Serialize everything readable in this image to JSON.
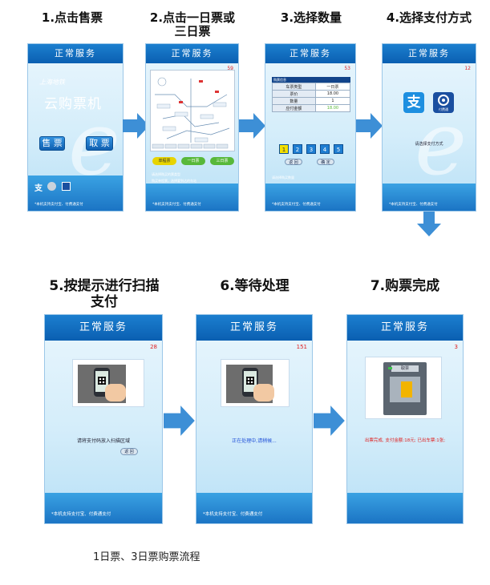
{
  "steps": {
    "s1": "1.点击售票",
    "s2": "2.点击一日票或三日票",
    "s3": "3.选择数量",
    "s4": "4.选择支付方式",
    "s5": "5.按提示进行扫描支付",
    "s6": "6.等待处理",
    "s7": "7.购票完成"
  },
  "service_title": "正常服务",
  "footer_note": "*本机支持支付宝、付费通支付",
  "screen1": {
    "brand": "上海地铁",
    "headline": "云购票机",
    "sell_button": "售 票",
    "pickup_button": "取 票"
  },
  "screen2": {
    "counter": "59",
    "map_btn": "单程票",
    "one_day_btn": "一日票",
    "three_day_btn": "三日票",
    "hint1": "请选择购买的票类型",
    "hint2": "购买单程票，选择要到达的车站"
  },
  "screen3": {
    "counter": "53",
    "header": "购票信息",
    "rows": [
      {
        "label": "车票类型",
        "value": "一日票"
      },
      {
        "label": "票价",
        "value": "18.00"
      },
      {
        "label": "数量",
        "value": "1"
      },
      {
        "label": "应付金额",
        "value": "18.00"
      }
    ],
    "quantities": [
      "1",
      "2",
      "3",
      "4",
      "5"
    ],
    "back_btn": "返 回",
    "confirm_btn": "确 定",
    "hint": "请选择购买数量"
  },
  "screen4": {
    "counter": "12",
    "alipay_glyph": "支",
    "ftp_label": "付费通",
    "prompt": "请选择支付方式"
  },
  "screen5": {
    "counter": "28",
    "prompt": "请将支付码放入扫描区域",
    "back_btn": "返 回"
  },
  "screen6": {
    "counter": "151",
    "prompt": "正在处理中,请稍候..."
  },
  "screen7": {
    "counter": "3",
    "machine_label": "取票",
    "message": "出票完成, 支付金额:18元; 已出车票:1张;"
  },
  "caption": "1日票、3日票购票流程",
  "colors": {
    "bar_blue": "#0a5fb1",
    "arrow_blue": "#3d8fd6",
    "alert_red": "#e02020",
    "processing_blue": "#1f4fd8"
  }
}
